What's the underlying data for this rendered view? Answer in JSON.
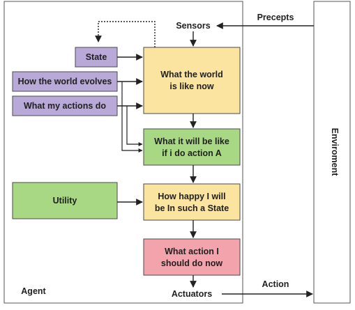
{
  "labels": {
    "sensors": "Sensors",
    "precepts": "Precepts",
    "actuators": "Actuators",
    "action": "Action",
    "agent": "Agent",
    "environment": "Enviroment"
  },
  "boxes": {
    "state": "State",
    "world_evolves": "How the world evolves",
    "my_actions": "What my actions do",
    "utility": "Utility",
    "world_now": [
      "What the world",
      "is like now"
    ],
    "action_a": [
      "What it will be like",
      "if i do action A"
    ],
    "happy": [
      "How happy I will",
      "be In such a State"
    ],
    "what_action": [
      "What action I",
      "should do now"
    ]
  },
  "colors": {
    "purple": "#b9a9d8",
    "yellow": "#fbe3a0",
    "green": "#a9d885",
    "pink": "#f2a3ac",
    "stroke": "#4a4a4a"
  }
}
